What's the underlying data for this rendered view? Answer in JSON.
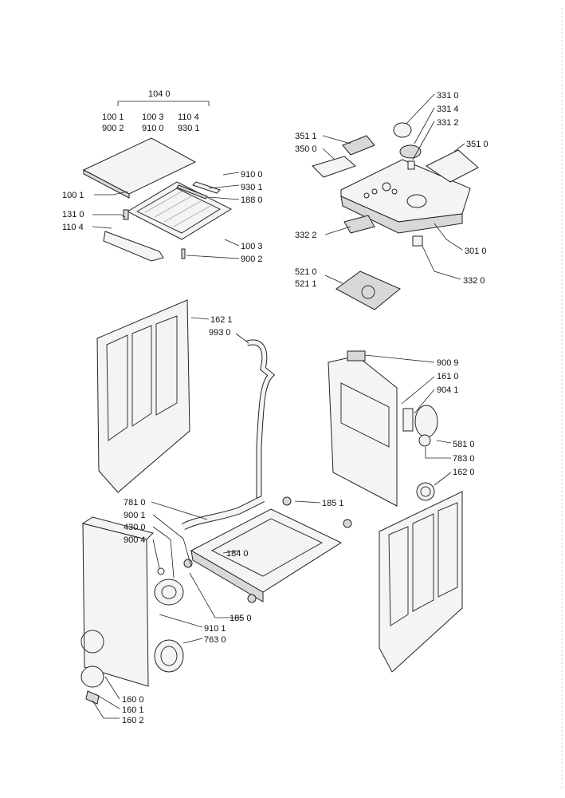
{
  "labels": {
    "l1040": "104 0",
    "l1001a": "100 1",
    "l1003a": "100 3",
    "l1104a": "110 4",
    "l9002a": "900 2",
    "l9100": "910 0",
    "l9301": "930 1",
    "l9100b": "910 0",
    "l9301b": "930 1",
    "l1880": "188 0",
    "l1001b": "100 1",
    "l1310": "131 0",
    "l1104b": "110 4",
    "l1003b": "100 3",
    "l9002b": "900 2",
    "l3310": "331 0",
    "l3314": "331 4",
    "l3312": "331 2",
    "l3511a": "351 1",
    "l3500": "350 0",
    "l3510": "351 0",
    "l3322": "332 2",
    "l3010": "301 0",
    "l5210": "521 0",
    "l5211": "521 1",
    "l3320": "332 0",
    "l1621": "162 1",
    "l9930": "993 0",
    "l9009": "900 9",
    "l1610": "161 0",
    "l9041": "904 1",
    "l5810": "581 0",
    "l7830": "783 0",
    "l1620": "162 0",
    "l7810": "781 0",
    "l9001": "900 1",
    "l4300": "430 0",
    "l9004": "900 4",
    "l1851": "185 1",
    "l1840": "184 0",
    "l1850": "185 0",
    "l9101": "910 1",
    "l7630": "763 0",
    "l1600": "160 0",
    "l1601": "160 1",
    "l1602": "160 2"
  }
}
